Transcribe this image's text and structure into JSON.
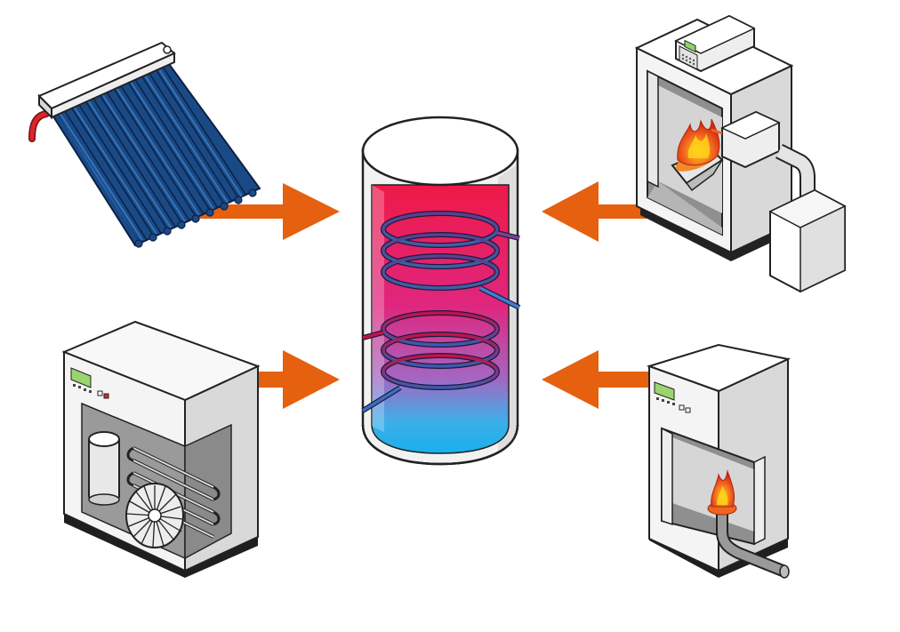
{
  "diagram": {
    "center": {
      "name": "hot-water-storage-tank",
      "hot_color": "#e8194a",
      "cold_color": "#22aee8"
    },
    "sources": [
      {
        "name": "solar-collector",
        "position": "top-left"
      },
      {
        "name": "pellet-boiler",
        "position": "top-right"
      },
      {
        "name": "heat-pump",
        "position": "bottom-left"
      },
      {
        "name": "gas-boiler",
        "position": "bottom-right"
      }
    ],
    "arrow_color": "#e5600f",
    "flame_color": "#f0651e"
  }
}
